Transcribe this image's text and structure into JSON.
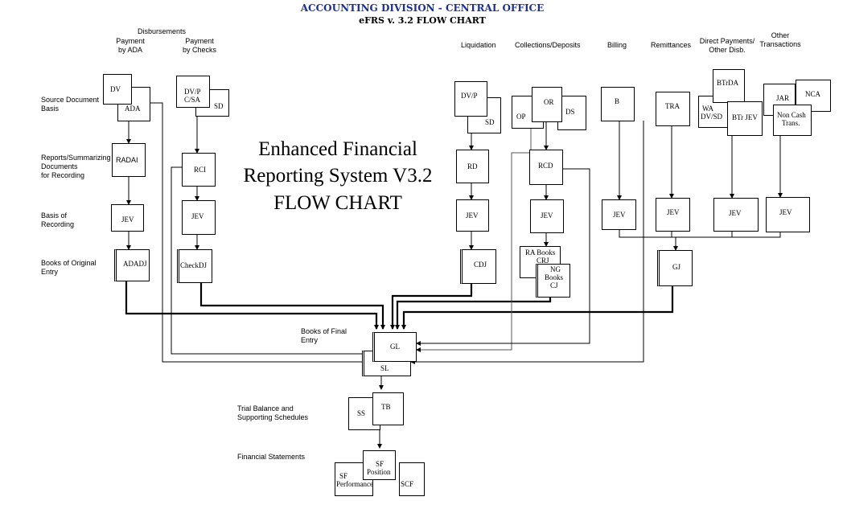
{
  "header": {
    "title": "ACCOUNTING DIVISION - CENTRAL OFFICE",
    "subtitle": "eFRS v. 3.2  FLOW CHART",
    "title_color": "#1a2f9a"
  },
  "big_title": {
    "line1": "Enhanced Financial",
    "line2": "Reporting System V3.2",
    "line3": "FLOW CHART"
  },
  "columns": {
    "disbursements": "Disbursements",
    "payment_ada": [
      "Payment",
      "by ADA"
    ],
    "payment_checks": [
      "Payment",
      "by Checks"
    ],
    "liquidation": "Liquidation",
    "collections": "Collections/Deposits",
    "billing": "Billing",
    "remittances": "Remittances",
    "direct_payments": [
      "Direct Payments/",
      "Other Disb."
    ],
    "other_transactions": [
      "Other",
      "Transactions"
    ]
  },
  "rows": {
    "source_document": [
      "Source Document",
      "Basis"
    ],
    "reports": [
      "Reports/Summarizing",
      "Documents",
      "for Recording"
    ],
    "basis_recording": [
      "Basis of",
      "Recording"
    ],
    "books_original": [
      "Books of Original",
      "Entry"
    ],
    "books_final": [
      "Books of Final",
      "Entry"
    ],
    "trial_balance": [
      "Trial Balance and",
      "Supporting Schedules"
    ],
    "financial_statements": "Financial Statements"
  },
  "boxes": {
    "dv": "DV",
    "ada": "ADA",
    "radai": "RADAI",
    "jev_ada": "JEV",
    "adadj": "ADADJ",
    "dvp_csa": [
      "DV/P",
      "C/SA"
    ],
    "sd_checks": "SD",
    "rci": "RCI",
    "jev_checks": "JEV",
    "checkdj": "CheckDJ",
    "dvp_liq": "DV/P",
    "sd_liq": "SD",
    "rd": "RD",
    "jev_liq": "JEV",
    "cdj": "CDJ",
    "op": "OP",
    "or": "OR",
    "ds": "DS",
    "rcd": "RCD",
    "jev_coll": "JEV",
    "ra_books": [
      "RA Books",
      "CRJ"
    ],
    "ng_books": [
      "NG",
      "Books",
      "CJ"
    ],
    "b": "B",
    "jev_bill": "JEV",
    "tra": "TRA",
    "jev_rem": "JEV",
    "btrda": "BTrDA",
    "wa": [
      "WA",
      "DV/SD"
    ],
    "btrjev": "BTr JEV",
    "jev_direct": "JEV",
    "jar": "JAR",
    "nca": "NCA",
    "noncash": [
      "Non Cash",
      "Trans."
    ],
    "jev_other": "JEV",
    "gj": "GJ",
    "gl": "GL",
    "sl": "SL",
    "ss": "SS",
    "tb": "TB",
    "sf_performance": [
      "SF",
      "Performance"
    ],
    "sf_position": [
      "SF",
      "Position"
    ],
    "scf": "SCF"
  }
}
